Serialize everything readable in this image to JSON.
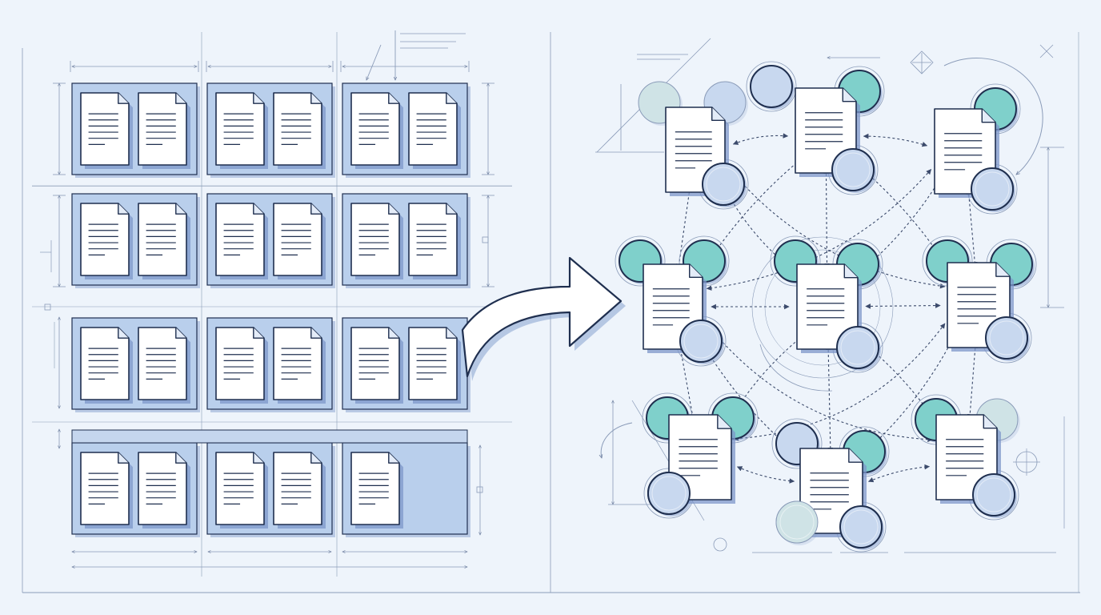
{
  "colors": {
    "background": "#eef4fb",
    "ink": "#1f2f4f",
    "guide": "#8a9bb8",
    "cell_fill": "#b9cfec",
    "cell_shadow": "#8fa8d4",
    "paper": "#ffffff",
    "paper_shadow": "#7e97c9",
    "node_teal": "#7fd0cb",
    "node_pale": "#cfe3e6",
    "node_blue": "#c8d8ef",
    "connector": "#3b4a6b"
  },
  "icons": {
    "document": "document-icon",
    "arrow": "curved-arrow-right",
    "node": "circle-node"
  },
  "left_grid": {
    "rows": 4,
    "columns": 3,
    "docs_per_cell": [
      2,
      2,
      2,
      2,
      2,
      2,
      2,
      2,
      2,
      2,
      2,
      1
    ]
  },
  "right_network": {
    "nodes": 9,
    "dashed_links": 24
  }
}
